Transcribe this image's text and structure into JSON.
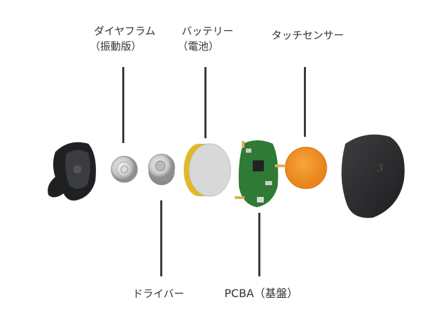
{
  "labels": {
    "diaphragm": {
      "line1": "ダイヤフラム",
      "line2": "（振動版）"
    },
    "battery": {
      "line1": "バッテリー",
      "line2": "（電池）"
    },
    "touch_sensor": "タッチセンサー",
    "driver": "ドライバー",
    "pcba": "PCBA（基盤）"
  },
  "colors": {
    "leader_line": "#3a3a3a",
    "battery_side": "#e0b82a",
    "touch_sensor": "#f39a2e",
    "pcb": "#2f7a35",
    "shell": "#2a2b2d"
  }
}
